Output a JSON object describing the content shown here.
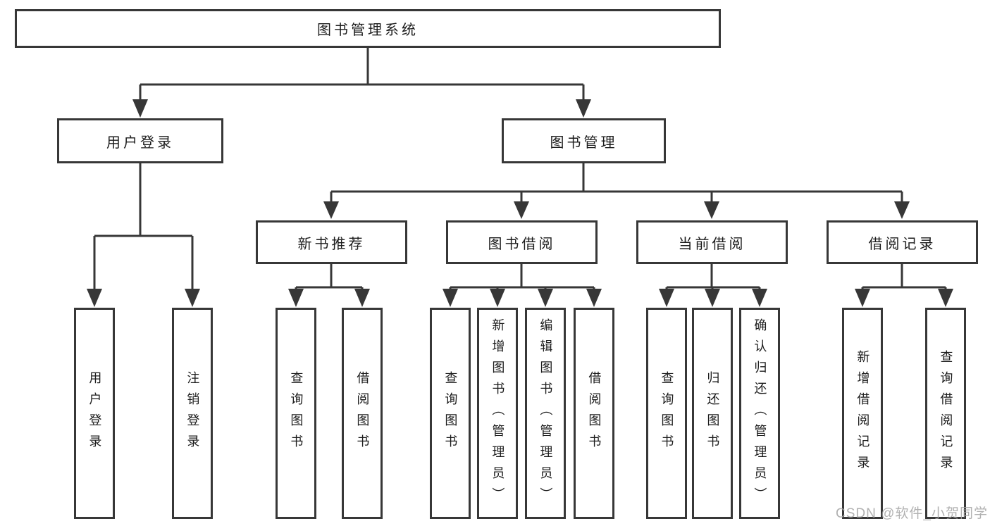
{
  "diagram_title": "图书管理系统",
  "nodes": {
    "root": "图书管理系统",
    "userLogin": "用户登录",
    "bookMgmt": "图书管理",
    "newBookRec": "新书推荐",
    "bookBorrow": "图书借阅",
    "currentBorrow": "当前借阅",
    "borrowRecords": "借阅记录",
    "ulLogin": "用户登录",
    "ulLogout": "注销登录",
    "nbQuery": "查询图书",
    "nbBorrow": "借阅图书",
    "bbQuery": "查询图书",
    "bbAdd": "新增图书（管理员）",
    "bbEdit": "编辑图书（管理员）",
    "bbBorrow": "借阅图书",
    "cbQuery": "查询图书",
    "cbReturn": "归还图书",
    "cbConfirm": "确认归还（管理员）",
    "brAdd": "新增借阅记录",
    "brQuery": "查询借阅记录"
  },
  "hierarchy": {
    "图书管理系统": [
      "用户登录",
      "图书管理"
    ],
    "用户登录": [
      "用户登录",
      "注销登录"
    ],
    "图书管理": [
      "新书推荐",
      "图书借阅",
      "当前借阅",
      "借阅记录"
    ],
    "新书推荐": [
      "查询图书",
      "借阅图书"
    ],
    "图书借阅": [
      "查询图书",
      "新增图书（管理员）",
      "编辑图书（管理员）",
      "借阅图书"
    ],
    "当前借阅": [
      "查询图书",
      "归还图书",
      "确认归还（管理员）"
    ],
    "借阅记录": [
      "新增借阅记录",
      "查询借阅记录"
    ]
  },
  "watermark": "CSDN @软件_小贺同学",
  "colors": {
    "line": "#373737",
    "text": "#1c1c1c",
    "background": "#ffffff",
    "watermark": "#a3a3a3"
  }
}
